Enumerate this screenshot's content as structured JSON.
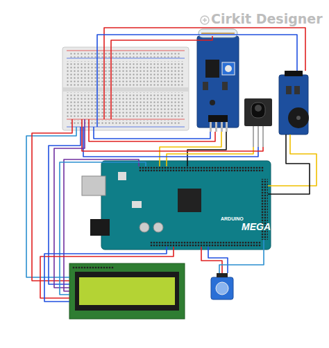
{
  "diagram": {
    "labels": [
      "Cirkit Designer",
      "ARDUINO",
      "MEGA"
    ]
  }
}
